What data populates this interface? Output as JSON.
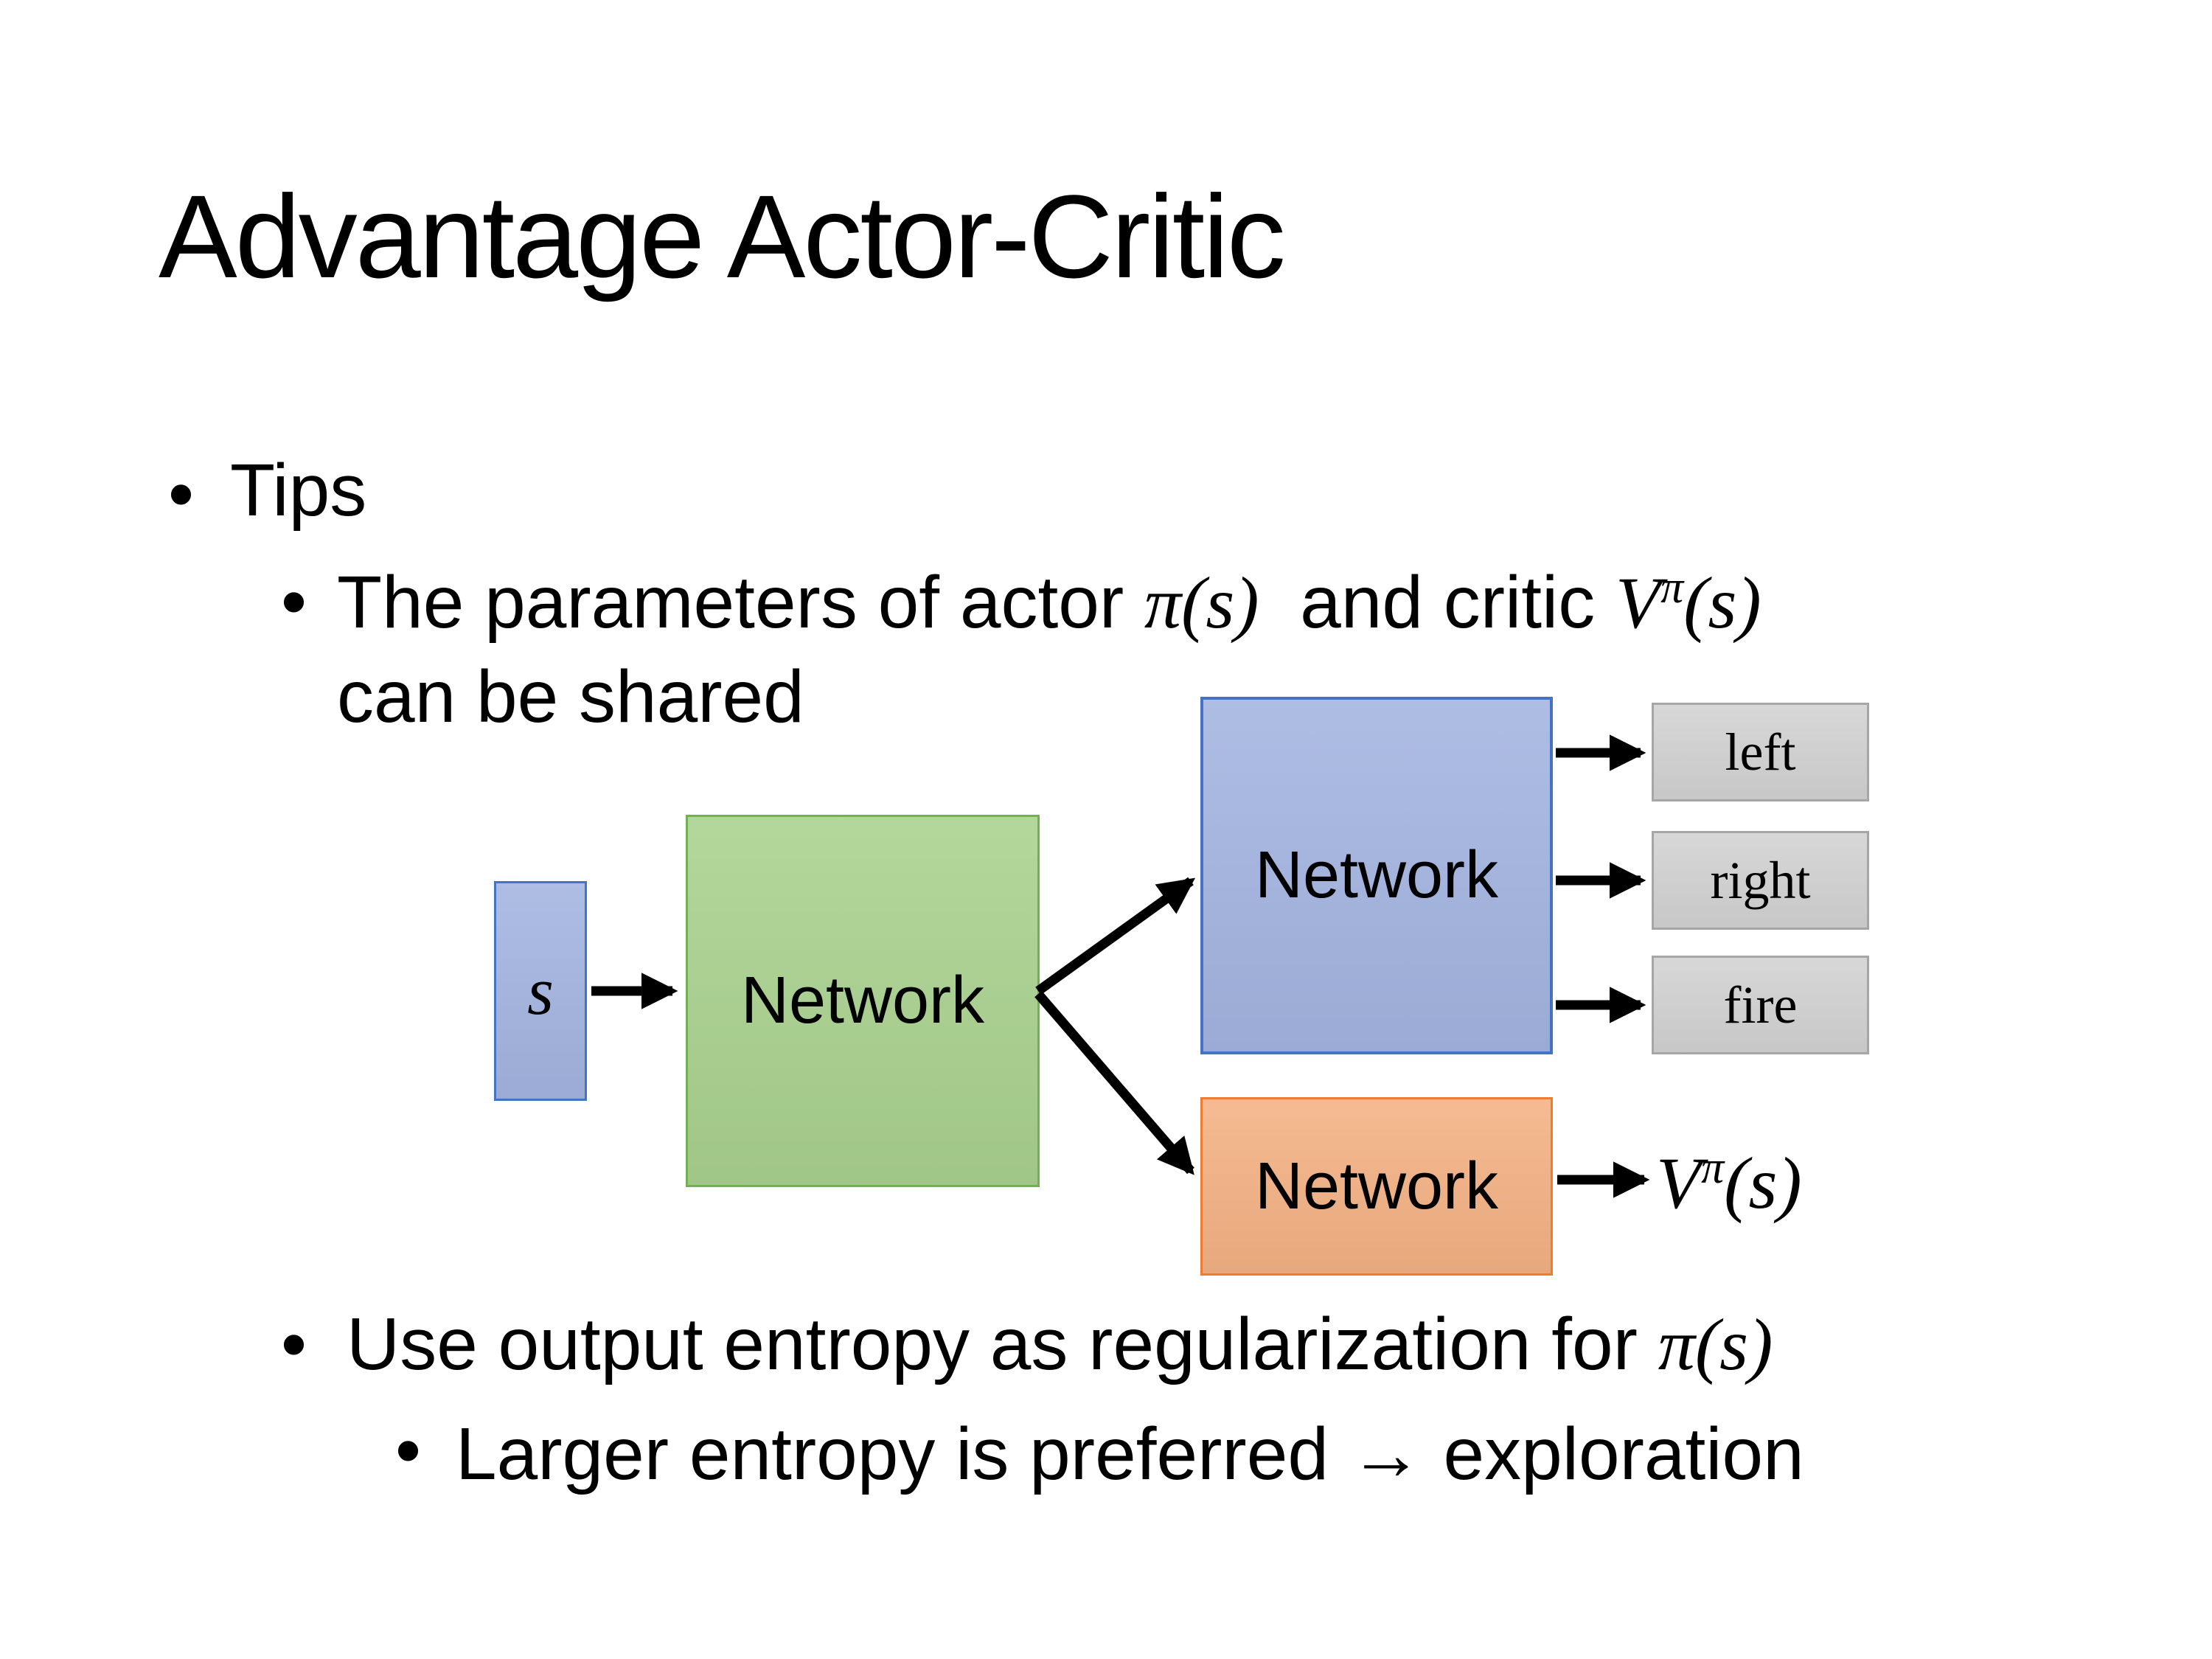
{
  "slide": {
    "title": "Advantage Actor-Critic",
    "bullet_glyph": "•",
    "bullets": {
      "tips": "Tips",
      "shared_prefix": "The parameters of actor ",
      "actor_math": "π(s)",
      "shared_middle": "  and critic ",
      "critic_base": "V",
      "critic_sup": "π",
      "critic_args": "(s)",
      "shared_line2": "can be shared",
      "entropy_prefix": "Use output entropy as regularization for ",
      "entropy_math": "π(s)",
      "entropy_sub": "Larger entropy is preferred → exploration"
    }
  },
  "diagram": {
    "state_label": "s",
    "shared_network_label": "Network",
    "actor_network_label": "Network",
    "critic_network_label": "Network",
    "actions": [
      "left",
      "right",
      "fire"
    ],
    "value_base": "V",
    "value_sup": "π",
    "value_args": "(s)",
    "colors": {
      "blue-fill": "#A3B4E0",
      "blue-border": "#4472C4",
      "green-fill": "#A9D18E",
      "green-border": "#74AE55",
      "orange-fill": "#F4B183",
      "orange-border": "#ED7D31",
      "gray-fill": "#D2D2D2",
      "gray-border": "#A6A6A6",
      "arrow": "#000000"
    }
  }
}
